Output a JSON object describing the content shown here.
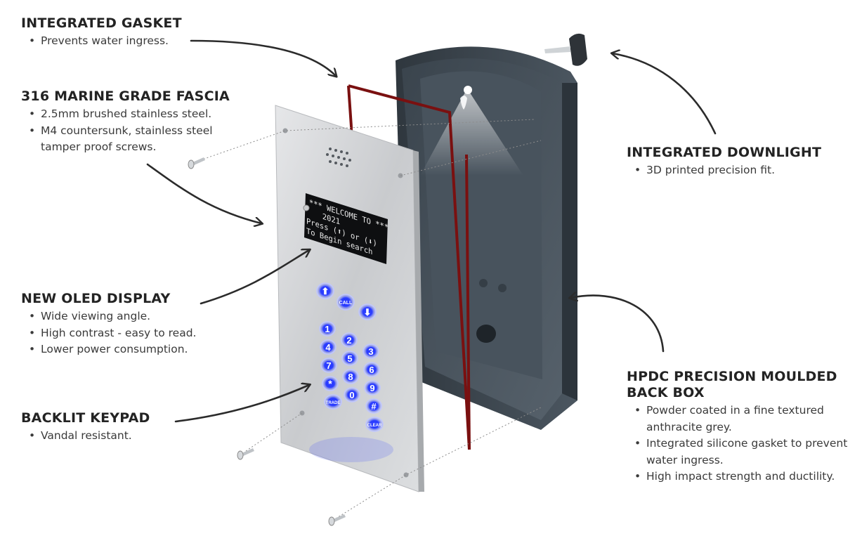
{
  "callouts": {
    "gasket": {
      "title": "INTEGRATED GASKET",
      "bullets": [
        "Prevents water ingress."
      ]
    },
    "fascia": {
      "title": "316 MARINE GRADE FASCIA",
      "bullets": [
        "2.5mm brushed stainless steel.",
        "M4 countersunk, stainless steel tamper proof screws."
      ]
    },
    "oled": {
      "title": "NEW OLED DISPLAY",
      "bullets": [
        "Wide viewing angle.",
        "High contrast - easy to read.",
        "Lower power consumption."
      ]
    },
    "keypad": {
      "title": "BACKLIT KEYPAD",
      "bullets": [
        "Vandal resistant."
      ]
    },
    "downlight": {
      "title": "INTEGRATED DOWNLIGHT",
      "bullets": [
        "3D printed precision fit."
      ]
    },
    "backbox": {
      "title": "HPDC PRECISION MOULDED BACK BOX",
      "bullets": [
        "Powder coated in a fine textured anthracite grey.",
        "Integrated silicone gasket to prevent water ingress.",
        "High impact strength and ductility."
      ]
    }
  },
  "display": {
    "line1": "*** WELCOME TO ***",
    "line2": "2021",
    "line3": "Press (⬆) or (⬇)",
    "line4": "To Begin search"
  },
  "keypad": {
    "up": "⬆",
    "call": "CALL",
    "down": "⬇",
    "k1": "1",
    "k2": "2",
    "k3": "3",
    "k4": "4",
    "k5": "5",
    "k6": "6",
    "k7": "7",
    "k8": "8",
    "k9": "9",
    "star": "*",
    "k0": "0",
    "hash": "#",
    "trade": "TRADE",
    "clear": "CLEAR"
  },
  "colors": {
    "key_glow": "#3b4dff",
    "back_box": "#3f4952",
    "gasket": "#7a1010",
    "fascia": "#d4d6d8"
  }
}
